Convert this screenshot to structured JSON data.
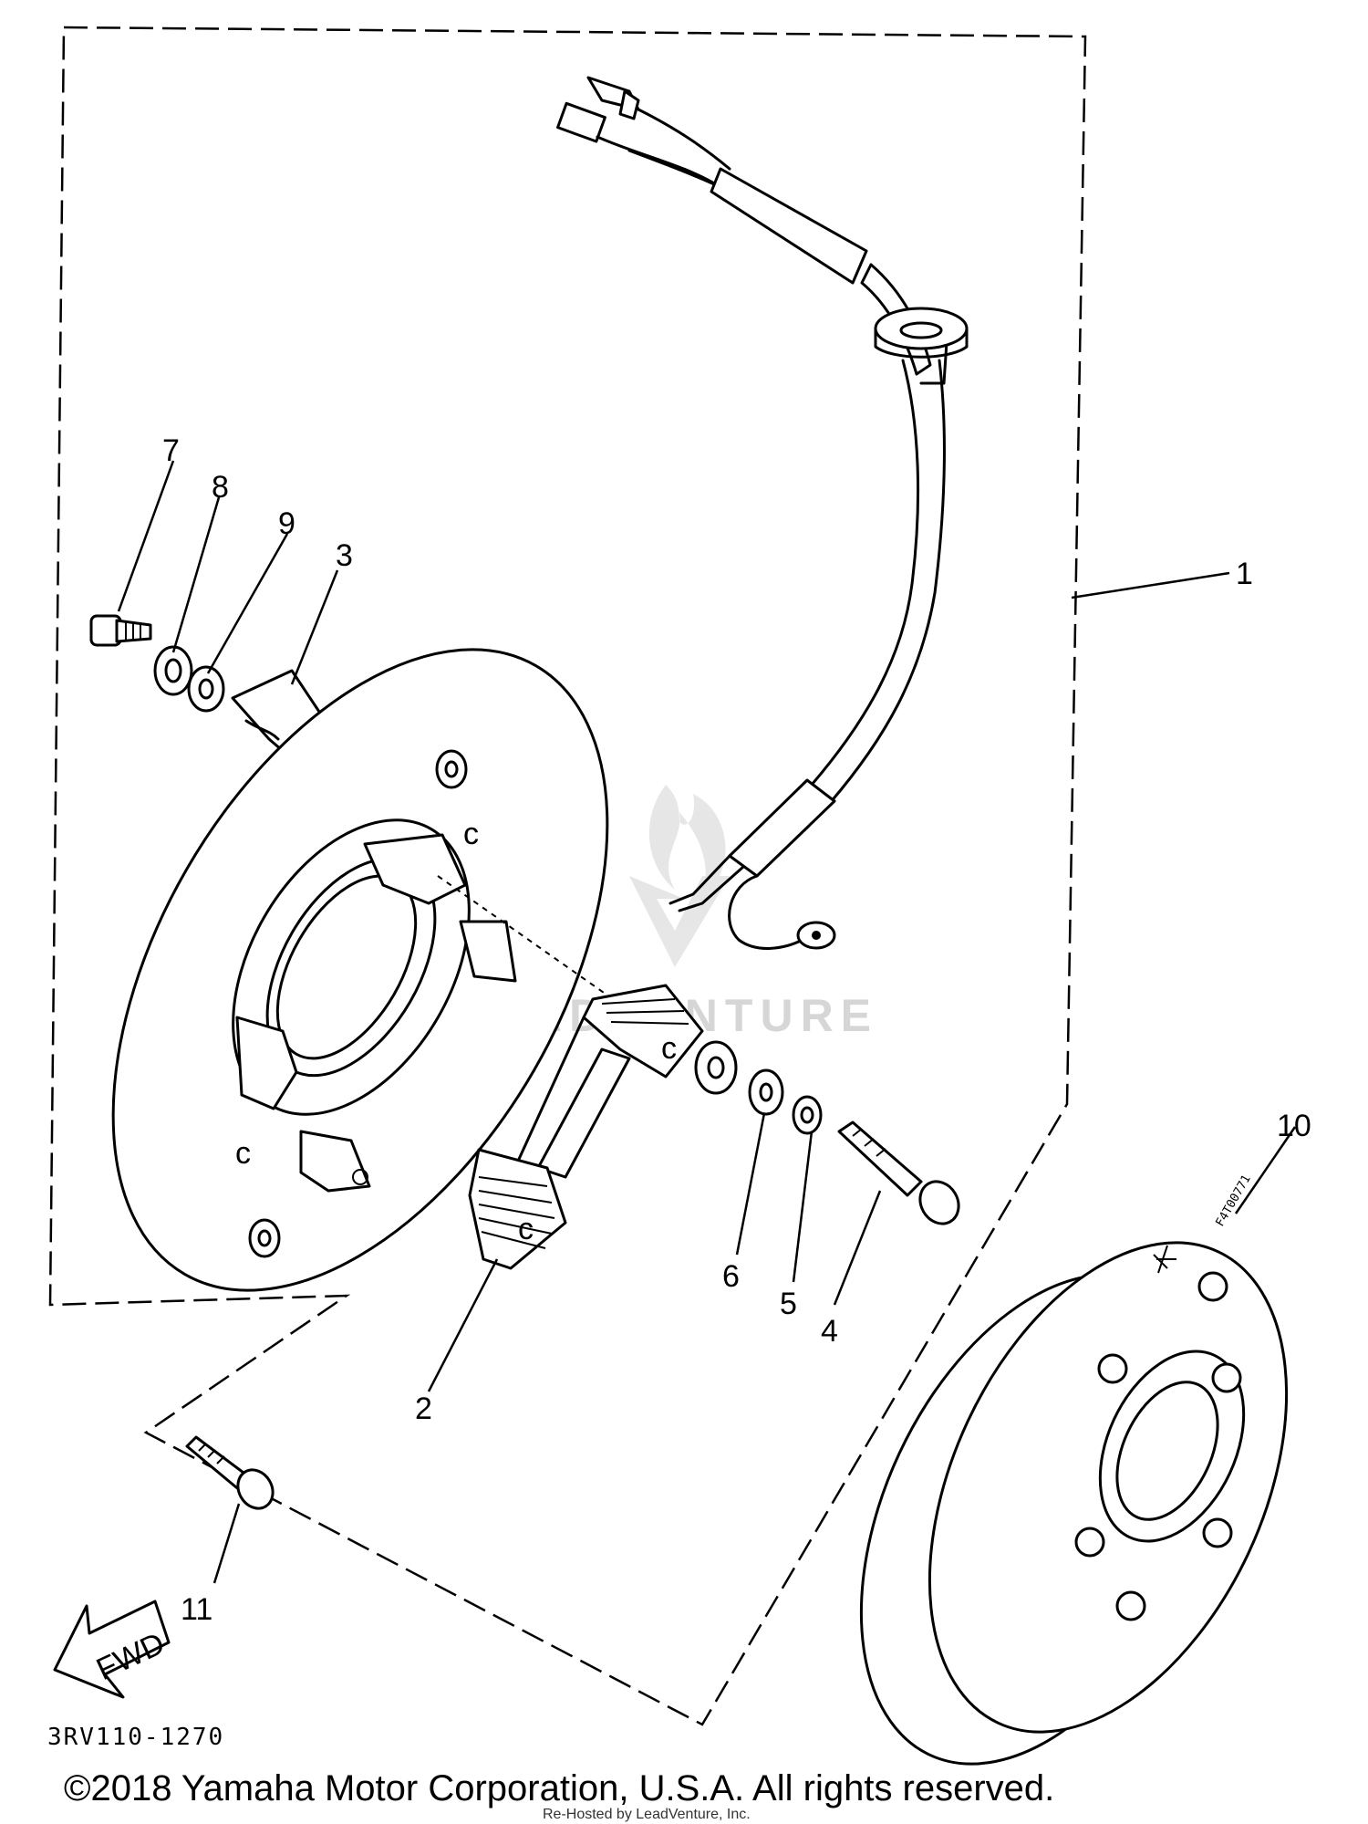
{
  "callouts": [
    "1",
    "2",
    "3",
    "4",
    "5",
    "6",
    "7",
    "8",
    "9",
    "10",
    "11"
  ],
  "diagram_code": "3RV110-1270",
  "arrow_label": "FWD",
  "rotor_stamp": "F4T00771",
  "watermark": "LEADVENTURE",
  "copyright": "©2018 Yamaha Motor Corporation, U.S.A. All rights reserved.",
  "fine_print": "Re-Hosted by LeadVenture, Inc."
}
